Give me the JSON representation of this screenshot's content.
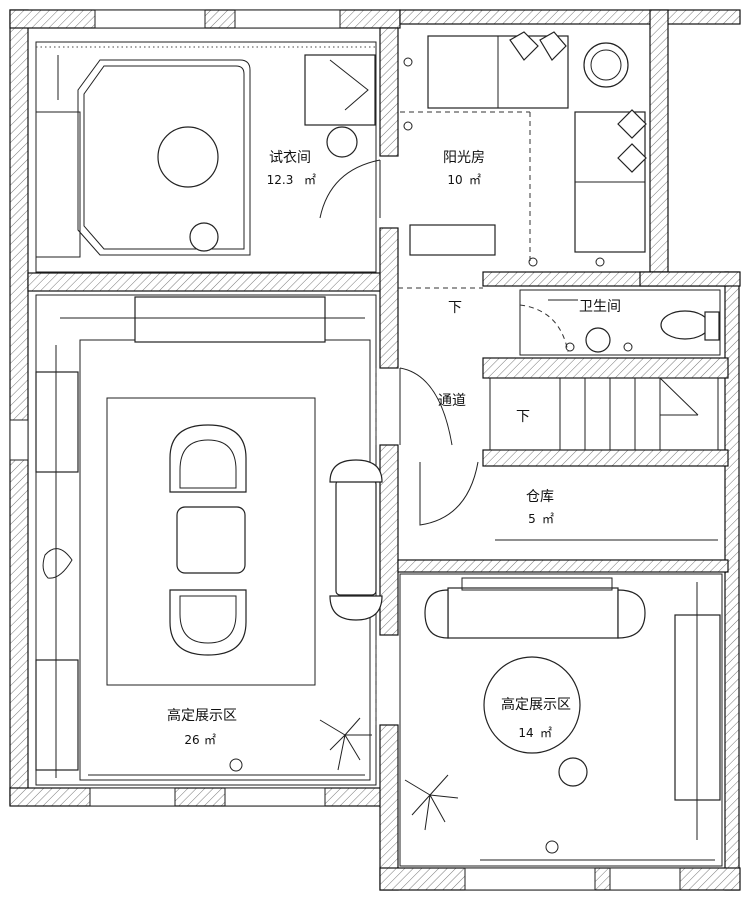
{
  "rooms": {
    "fitting": {
      "name": "试衣间",
      "area_value": "12.3",
      "area_unit": "㎡"
    },
    "sunroom": {
      "name": "阳光房",
      "area_value": "10",
      "area_unit": "㎡"
    },
    "bathroom": {
      "name": "卫生间"
    },
    "corridor": {
      "name": "通道"
    },
    "storage": {
      "name": "仓库",
      "area_value": "5",
      "area_unit": "㎡"
    },
    "display_large": {
      "name": "高定展示区",
      "area_value": "26",
      "area_unit": "㎡"
    },
    "display_small": {
      "name": "高定展示区",
      "area_value": "14",
      "area_unit": "㎡"
    }
  },
  "markers": {
    "stair_down_1": "下",
    "stair_down_2": "下"
  }
}
